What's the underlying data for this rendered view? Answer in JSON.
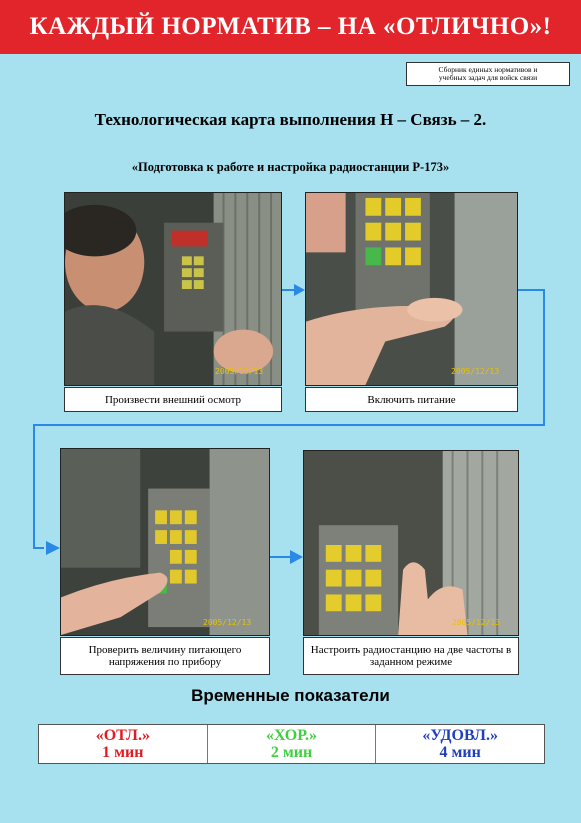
{
  "header": {
    "banner": "КАЖДЫЙ НОРМАТИВ – НА «ОТЛИЧНО»!"
  },
  "collection": {
    "line1": "Сборник единых нормативов и",
    "line2": "учебных задач для войск связи"
  },
  "title": "Технологическая карта выполнения Н – Связь – 2.",
  "subtitle": "«Подготовка к работе и настройка радиостанции Р-173»",
  "steps": [
    {
      "caption": "Произвести внешний осмотр",
      "date": "2005/12/13"
    },
    {
      "caption": "Включить питание",
      "date": "2005/12/13"
    },
    {
      "caption": "Проверить величину питающего напряжения по прибору",
      "date": "2005/12/13"
    },
    {
      "caption": "Настроить радиостанцию на две частоты в заданном режиме",
      "date": "2005/12/13"
    }
  ],
  "times": {
    "title": "Временные показатели",
    "grades": [
      {
        "label": "«ОТЛ.»",
        "value": "1 мин",
        "color": "#e01b22"
      },
      {
        "label": "«ХОР.»",
        "value": "2 мин",
        "color": "#3fcf3f"
      },
      {
        "label": "«УДОВЛ.»",
        "value": "4 мин",
        "color": "#1f3fbf"
      }
    ]
  },
  "colors": {
    "banner": "#e2252b",
    "background": "#a7e1ef",
    "arrow": "#2a88e6"
  }
}
